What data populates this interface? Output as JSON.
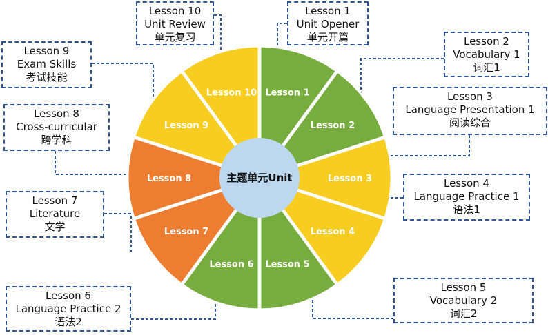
{
  "center": {
    "label": "主题单元Unit",
    "color": "#bdd7ee"
  },
  "colors": {
    "green": "#77ac3f",
    "yellow": "#f7cd22",
    "orange": "#ed7d31",
    "border": "#2f5597"
  },
  "slices": [
    {
      "label": "Lesson 1",
      "color": "green"
    },
    {
      "label": "Lesson 2",
      "color": "green"
    },
    {
      "label": "Lesson 3",
      "color": "yellow"
    },
    {
      "label": "Lesson 4",
      "color": "yellow"
    },
    {
      "label": "Lesson 5",
      "color": "green"
    },
    {
      "label": "Lesson 6",
      "color": "green"
    },
    {
      "label": "Lesson 7",
      "color": "orange"
    },
    {
      "label": "Lesson 8",
      "color": "orange"
    },
    {
      "label": "Lesson 9",
      "color": "yellow"
    },
    {
      "label": "Lesson 10",
      "color": "yellow"
    }
  ],
  "callouts": [
    {
      "l1": "Lesson 1",
      "l2": "Unit Opener",
      "l3": "单元开篇"
    },
    {
      "l1": "Lesson 2",
      "l2": "Vocabulary 1",
      "l3": "词汇1"
    },
    {
      "l1": "Lesson 3",
      "l2": "Language Presentation 1",
      "l3": "阅读综合"
    },
    {
      "l1": "Lesson 4",
      "l2": "Language Practice 1",
      "l3": "语法1"
    },
    {
      "l1": "Lesson 5",
      "l2": "Vocabulary 2",
      "l3": "词汇2"
    },
    {
      "l1": "Lesson 6",
      "l2": "Language Practice 2",
      "l3": "语法2"
    },
    {
      "l1": "Lesson 7",
      "l2": "Literature",
      "l3": "文学"
    },
    {
      "l1": "Lesson 8",
      "l2": "Cross-curricular",
      "l3": "跨学科"
    },
    {
      "l1": "Lesson 9",
      "l2": "Exam Skills",
      "l3": "考试技能"
    },
    {
      "l1": "Lesson 10",
      "l2": "Unit Review",
      "l3": "单元复习"
    }
  ]
}
